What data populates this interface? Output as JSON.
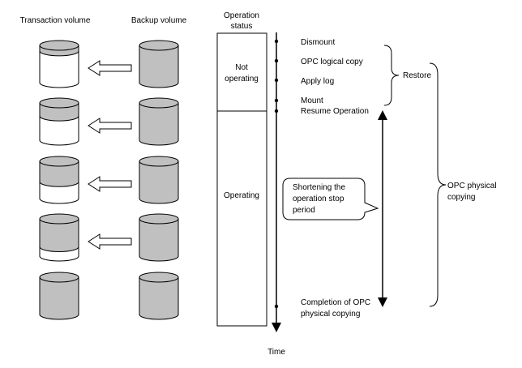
{
  "headers": {
    "transaction_volume": "Transaction volume",
    "backup_volume": "Backup volume",
    "operation_status_line1": "Operation",
    "operation_status_line2": "status",
    "time": "Time"
  },
  "status": {
    "not_operating_line1": "Not",
    "not_operating_line2": "operating",
    "operating": "Operating"
  },
  "steps": {
    "dismount": "Dismount",
    "opc_logical_copy": "OPC logical copy",
    "apply_log": "Apply log",
    "mount": "Mount",
    "resume_operation": "Resume Operation",
    "completion_line1": "Completion of OPC",
    "completion_line2": "physical copying"
  },
  "braces": {
    "restore": "Restore",
    "opc_physical_line1": "OPC physical",
    "opc_physical_line2": "copying"
  },
  "callout": {
    "line1": "Shortening the",
    "line2": "operation stop",
    "line3": "period"
  },
  "colors": {
    "cylinder_fill": "#c0c0c0",
    "line": "#000000",
    "background": "#ffffff"
  },
  "volume_rows": [
    {
      "transaction_fill_fraction": 0.15,
      "backup_fill_fraction": 1.0
    },
    {
      "transaction_fill_fraction": 0.35,
      "backup_fill_fraction": 1.0
    },
    {
      "transaction_fill_fraction": 0.55,
      "backup_fill_fraction": 1.0
    },
    {
      "transaction_fill_fraction": 0.75,
      "backup_fill_fraction": 1.0
    },
    {
      "transaction_fill_fraction": 1.0,
      "backup_fill_fraction": 1.0
    }
  ]
}
